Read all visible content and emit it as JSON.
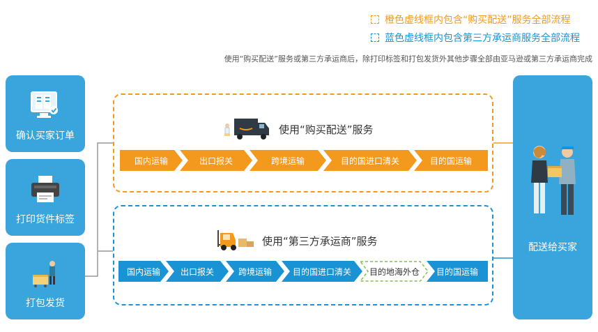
{
  "legend": {
    "orange": "橙色虚线框内包含“购买配送”服务全部流程",
    "blue": "蓝色虚线框内包含第三方承运商服务全部流程"
  },
  "note": "使用“购买配送”服务或第三方承运商后，除打印标签和打包发货外其他步骤全部由亚马逊或第三方承运商完成",
  "steps": [
    {
      "label": "确认买家订单"
    },
    {
      "label": "打印货件标签"
    },
    {
      "label": "打包发货"
    }
  ],
  "buy_shipping": {
    "title": "使用“购买配送”服务",
    "stages": [
      "国内运输",
      "出口报关",
      "跨境运输",
      "目的国进口清关",
      "目的国运输"
    ]
  },
  "third_party": {
    "title": "使用“第三方承运商”服务",
    "stages": [
      "国内运输",
      "出口报关",
      "跨境运输",
      "目的国进口清关",
      "目的地海外仓",
      "目的国运输"
    ]
  },
  "deliver": {
    "label": "配送给买家"
  },
  "colors": {
    "orange": "#f39a1e",
    "blue": "#1a93d4",
    "step_bg": "#3aa4dc",
    "dashed_green": "#7dc242"
  }
}
